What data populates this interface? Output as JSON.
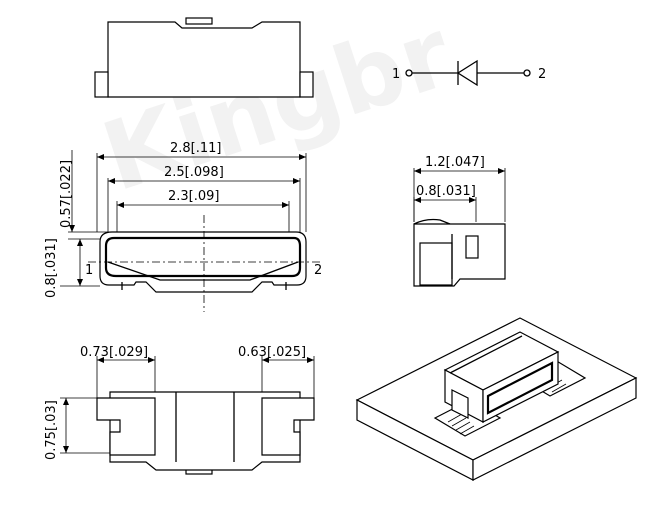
{
  "watermark": "Kingbr",
  "symbol": {
    "pin1": "1",
    "pin2": "2"
  },
  "front_view": {
    "dim_overall": "2.8[.11]",
    "dim_body": "2.5[.098]",
    "dim_inner": "2.3[.09]",
    "dim_top_thickness": "0.57[.022]",
    "dim_height": "0.8[.031]",
    "pin1": "1",
    "pin2": "2"
  },
  "side_view": {
    "dim_width": "1.2[.047]",
    "dim_lens": "0.8[.031]"
  },
  "bottom_view": {
    "dim_left_pad": "0.73[.029]",
    "dim_right_pad": "0.63[.025]",
    "dim_pad_height": "0.75[.03]"
  }
}
